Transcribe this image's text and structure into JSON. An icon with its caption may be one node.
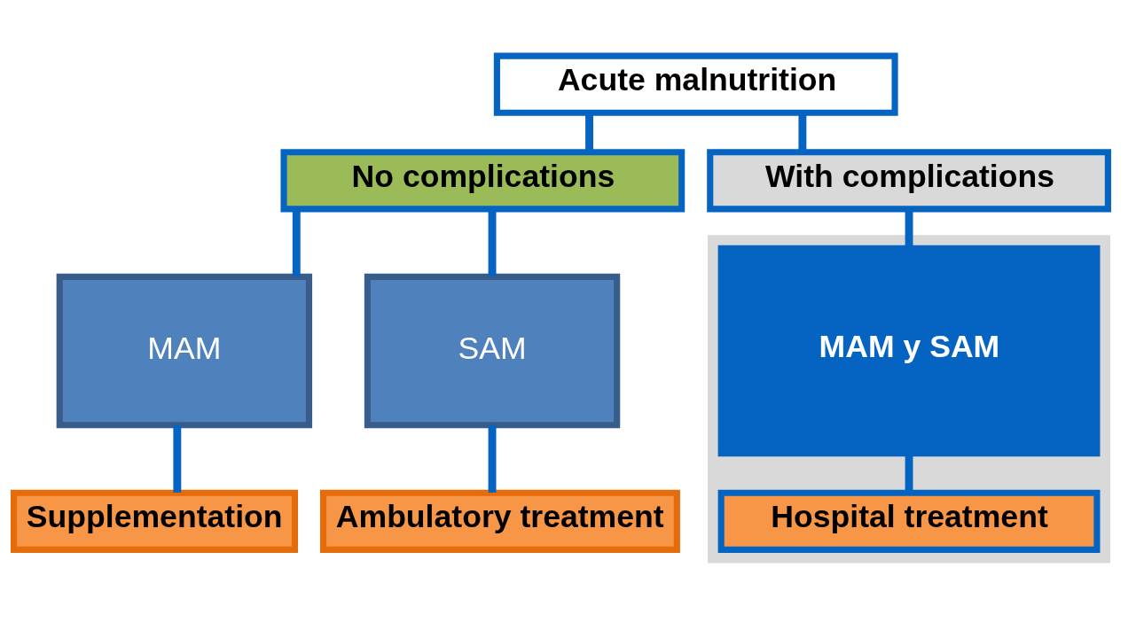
{
  "diagram": {
    "nodes": [
      {
        "text": [
          "Acute malnutrition"
        ]
      },
      {
        "text": [
          "No complications"
        ]
      },
      {
        "text": [
          "With complications"
        ]
      },
      {
        "text": [
          "MAM"
        ]
      },
      {
        "text": [
          "SAM"
        ]
      },
      {
        "text": [],
        "shape": "box"
      },
      {
        "text": [
          "MAM y SAM"
        ],
        "in": 5
      },
      {
        "text": [
          "Supplementation"
        ]
      },
      {
        "text": [
          "Ambulatory treatment"
        ]
      },
      {
        "text": [
          "Hospital treatment"
        ],
        "in": 5
      }
    ],
    "edges": [
      {
        "from": 0,
        "to": 1,
        "arrow": "none"
      },
      {
        "from": 0,
        "to": 2,
        "arrow": "none"
      },
      {
        "from": 1,
        "to": 3,
        "arrow": "none"
      },
      {
        "from": 1,
        "to": 4,
        "arrow": "none"
      },
      {
        "from": 2,
        "to": 6,
        "arrow": "none"
      },
      {
        "from": 3,
        "to": 7,
        "arrow": "none"
      },
      {
        "from": 4,
        "to": 8,
        "arrow": "none"
      },
      {
        "from": 6,
        "to": 9,
        "arrow": "none"
      }
    ]
  }
}
